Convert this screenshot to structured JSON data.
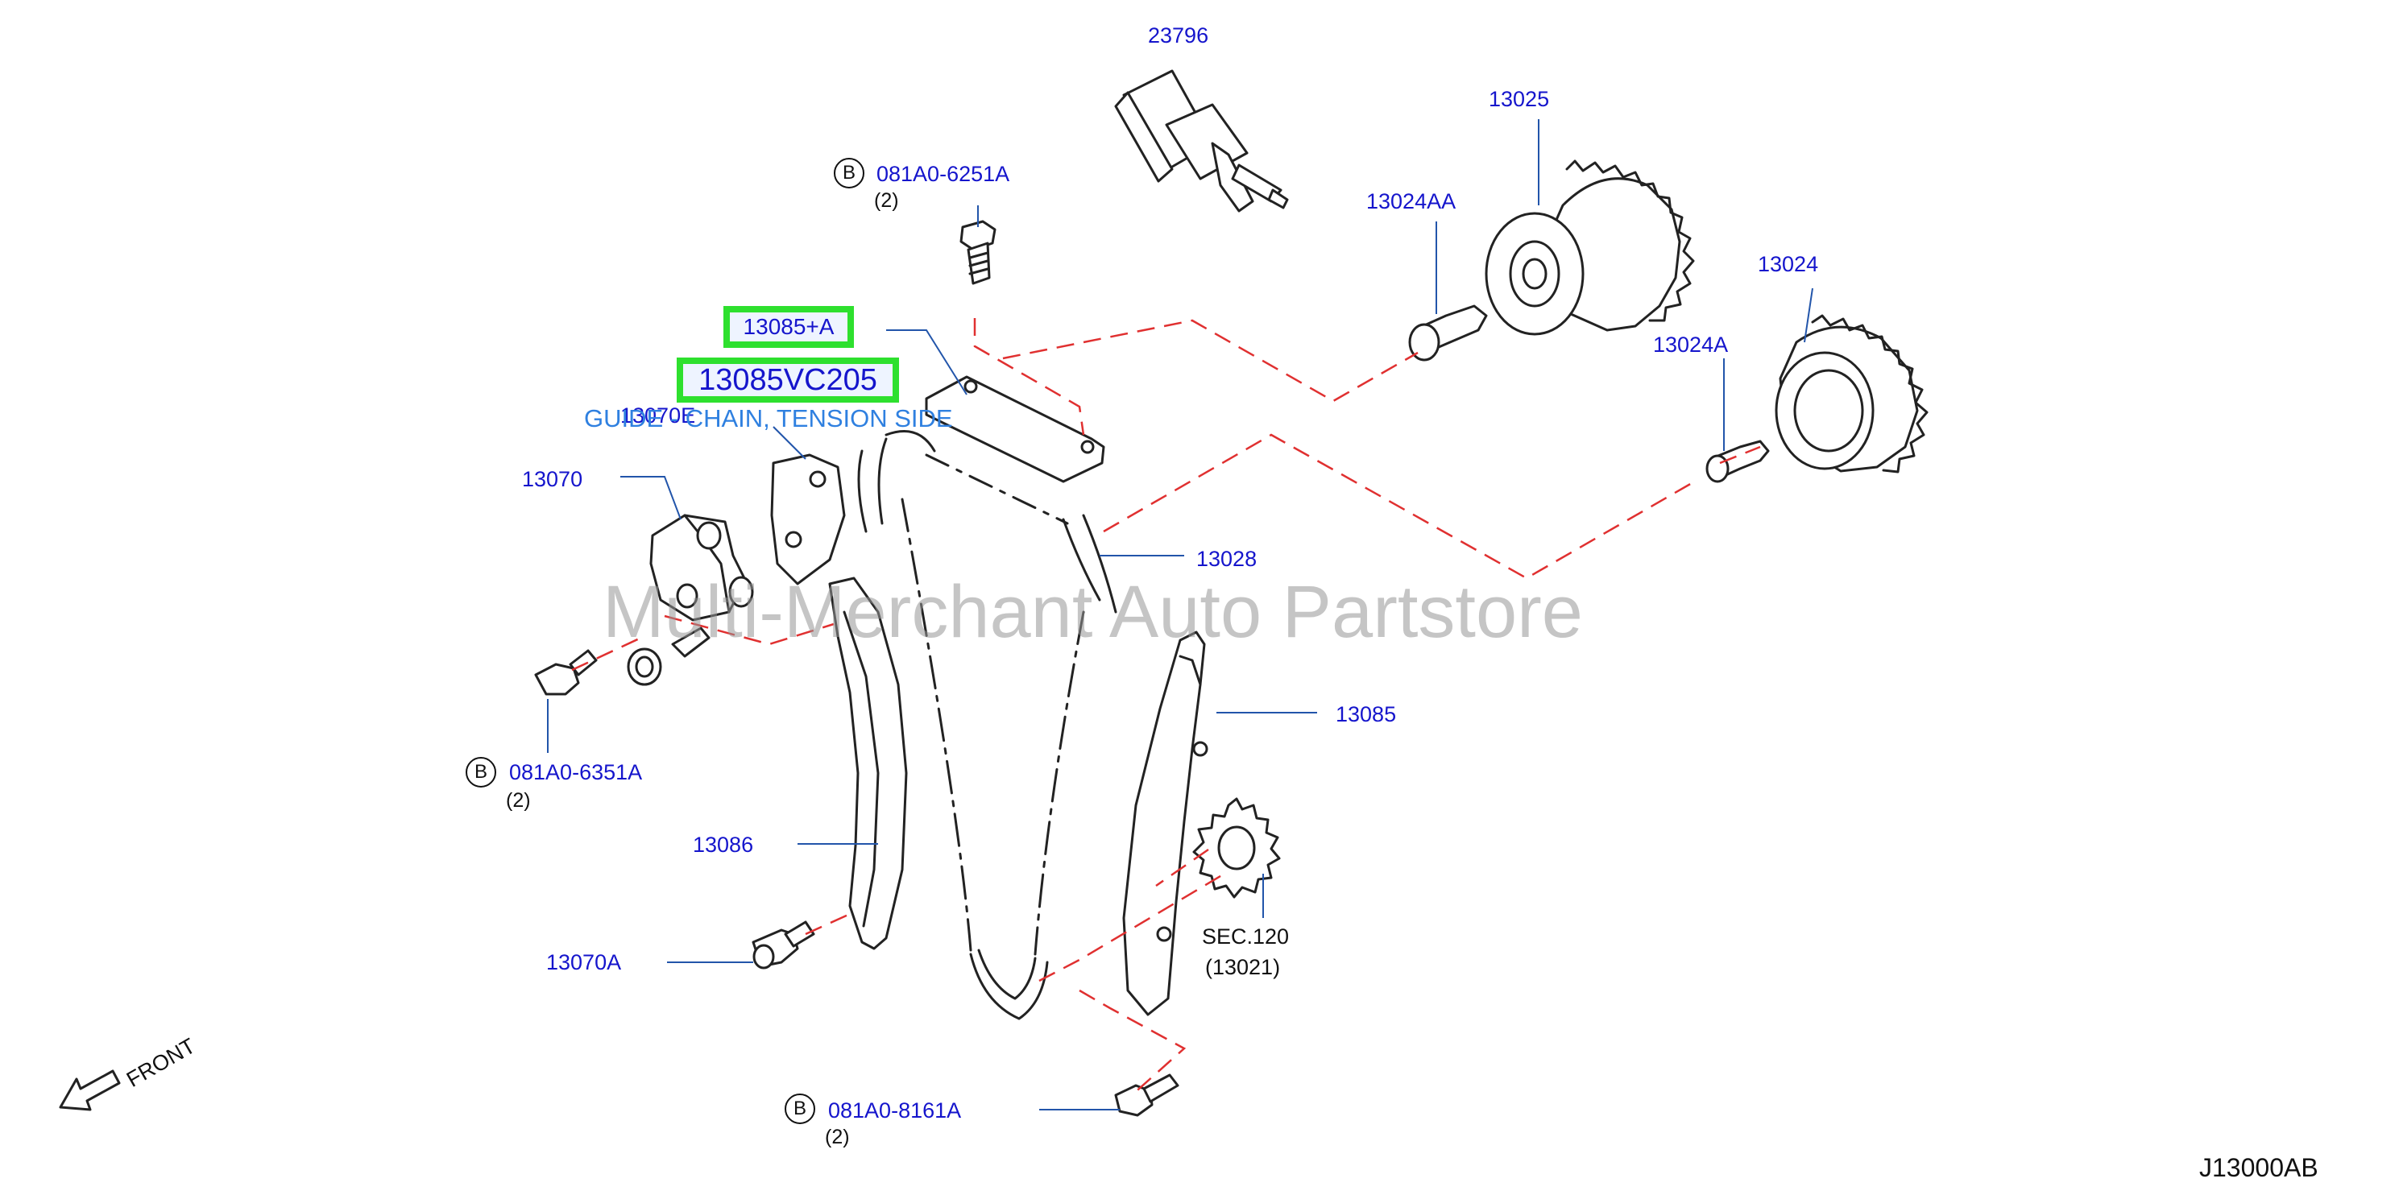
{
  "diagram_code": "J13000AB",
  "watermark": "Multi-Merchant Auto Partstore",
  "front_label": "FRONT",
  "highlight": {
    "part_ref": "13085+A",
    "part_number": "13085VC205",
    "description": "GUIDE - CHAIN, TENSION SIDE",
    "overlapped_label": "13070E"
  },
  "parts": [
    {
      "id": "p23796",
      "number": "23796"
    },
    {
      "id": "p13025",
      "number": "13025"
    },
    {
      "id": "p13024AA",
      "number": "13024AA"
    },
    {
      "id": "p13024",
      "number": "13024"
    },
    {
      "id": "p13024A",
      "number": "13024A"
    },
    {
      "id": "p13070",
      "number": "13070"
    },
    {
      "id": "p13028",
      "number": "13028"
    },
    {
      "id": "p13085",
      "number": "13085"
    },
    {
      "id": "p13086",
      "number": "13086"
    },
    {
      "id": "p13070A",
      "number": "13070A"
    }
  ],
  "bolts": [
    {
      "id": "b1",
      "badge": "B",
      "number": "081A0-6251A",
      "qty": "(2)"
    },
    {
      "id": "b2",
      "badge": "B",
      "number": "081A0-6351A",
      "qty": "(2)"
    },
    {
      "id": "b3",
      "badge": "B",
      "number": "081A0-8161A",
      "qty": "(2)"
    }
  ],
  "section_ref": {
    "label": "SEC.120",
    "sub": "(13021)"
  }
}
